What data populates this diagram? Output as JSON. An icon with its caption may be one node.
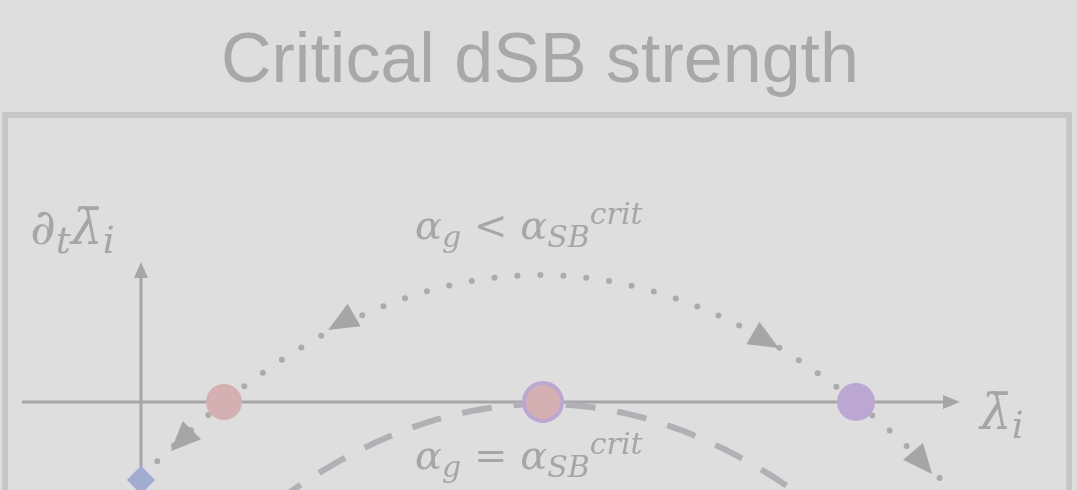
{
  "diagram": {
    "title": "Critical dSB strength",
    "labels": [
      "∂$_{t}$λ̄$_{i}$",
      "α$_{g}$ < α$_{SB}$$^{crit}$",
      "λ̄$_{i}$",
      "α$_{g}$ = α$_{SB}$$^{crit}$"
    ]
  }
}
